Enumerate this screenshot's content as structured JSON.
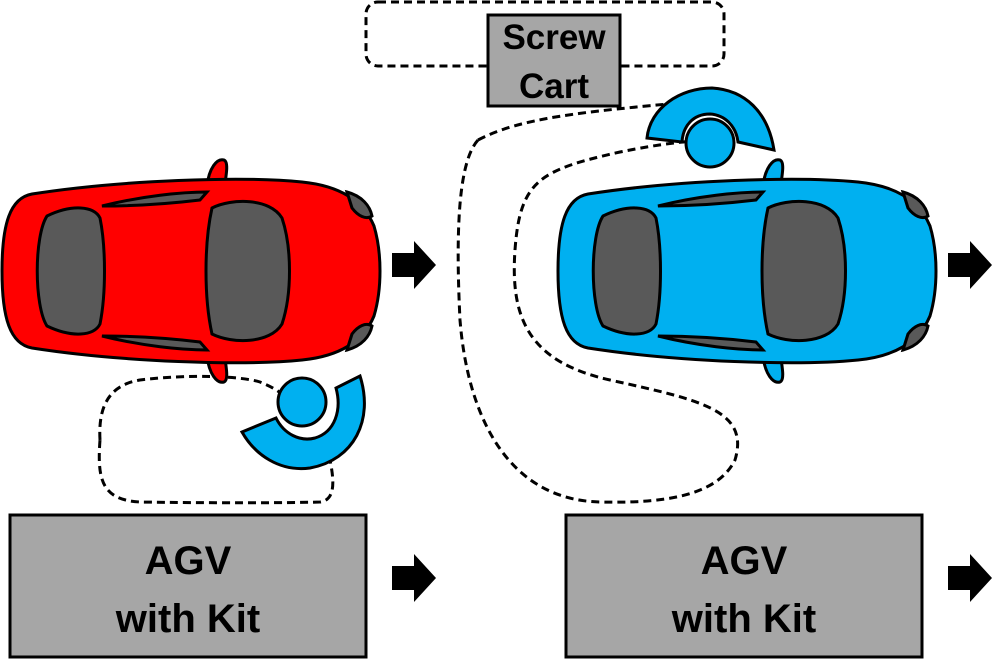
{
  "screw_cart": {
    "line1": "Screw",
    "line2": "Cart"
  },
  "agv_left": {
    "line1": "AGV",
    "line2": "with Kit"
  },
  "agv_right": {
    "line1": "AGV",
    "line2": "with Kit"
  },
  "colors": {
    "car_left": "#ff0000",
    "car_right": "#00b0f0",
    "robot": "#00b0f0",
    "box_fill": "#a6a6a6",
    "window": "#595959",
    "outline": "#000000"
  },
  "icons": {
    "car": "car-topview-icon",
    "robot": "robot-arm-topview-icon",
    "arrow": "right-arrow-icon"
  }
}
